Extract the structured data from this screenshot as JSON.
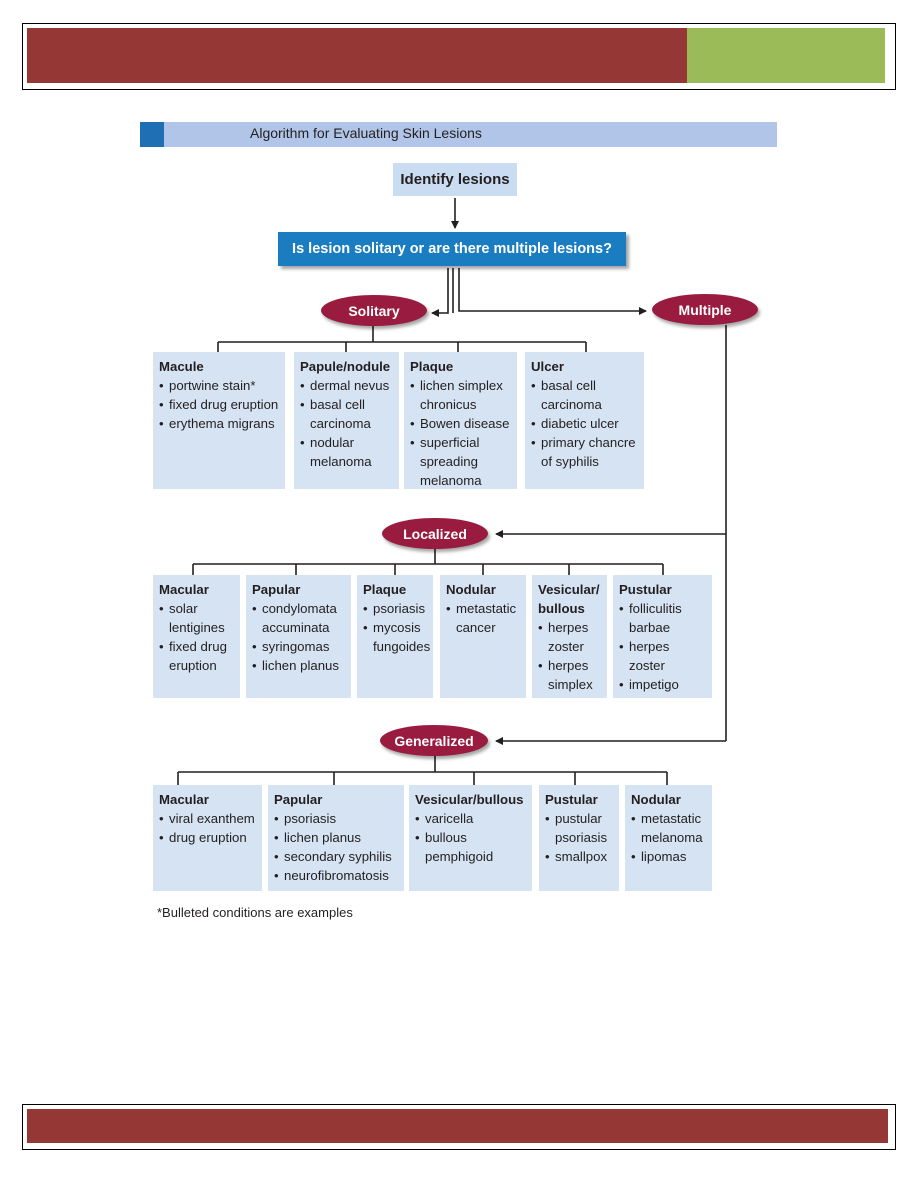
{
  "diagram": {
    "title": "Algorithm for Evaluating Skin Lesions",
    "start": "Identify lesions",
    "question": "Is lesion solitary or are there multiple lesions?",
    "branches": {
      "solitary": "Solitary",
      "multiple": "Multiple",
      "localized": "Localized",
      "generalized": "Generalized"
    },
    "solitary_boxes": [
      {
        "heading": "Macule",
        "items": [
          "portwine stain*",
          "fixed drug eruption",
          "erythema migrans"
        ]
      },
      {
        "heading": "Papule/nodule",
        "items": [
          "dermal nevus",
          "basal cell carcinoma",
          "nodular melanoma"
        ]
      },
      {
        "heading": "Plaque",
        "items": [
          "lichen simplex chronicus",
          "Bowen disease",
          "superficial spreading melanoma"
        ]
      },
      {
        "heading": "Ulcer",
        "items": [
          "basal cell carcinoma",
          "diabetic ulcer",
          "primary chancre of syphilis"
        ]
      }
    ],
    "localized_boxes": [
      {
        "heading": "Macular",
        "items": [
          "solar lentigines",
          "fixed drug eruption"
        ]
      },
      {
        "heading": "Papular",
        "items": [
          "condylomata accuminata",
          "syringomas",
          "lichen planus"
        ]
      },
      {
        "heading": "Plaque",
        "items": [
          "psoriasis",
          "mycosis fungoides"
        ]
      },
      {
        "heading": "Nodular",
        "items": [
          "metastatic cancer"
        ]
      },
      {
        "heading": "Vesicular/ bullous",
        "items": [
          "herpes zoster",
          "herpes simplex"
        ]
      },
      {
        "heading": "Pustular",
        "items": [
          "folliculitis barbae",
          "herpes zoster",
          "impetigo"
        ]
      }
    ],
    "generalized_boxes": [
      {
        "heading": "Macular",
        "items": [
          "viral exanthem",
          "drug eruption"
        ]
      },
      {
        "heading": "Papular",
        "items": [
          "psoriasis",
          "lichen planus",
          "secondary syphilis",
          "neurofibromatosis"
        ]
      },
      {
        "heading": "Vesicular/bullous",
        "items": [
          "varicella",
          "bullous pemphigoid"
        ]
      },
      {
        "heading": "Pustular",
        "items": [
          "pustular psoriasis",
          "smallpox"
        ]
      },
      {
        "heading": "Nodular",
        "items": [
          "metastatic melanoma",
          "lipomas"
        ]
      }
    ],
    "footnote": "*Bulleted conditions are examples"
  },
  "colors": {
    "header_red": "#953735",
    "header_green": "#9bbb59",
    "title_band": "#b1c5e8",
    "question_blue": "#1a7dc2",
    "pill_maroon": "#991b3f",
    "box_fill": "#d5e3f3"
  }
}
